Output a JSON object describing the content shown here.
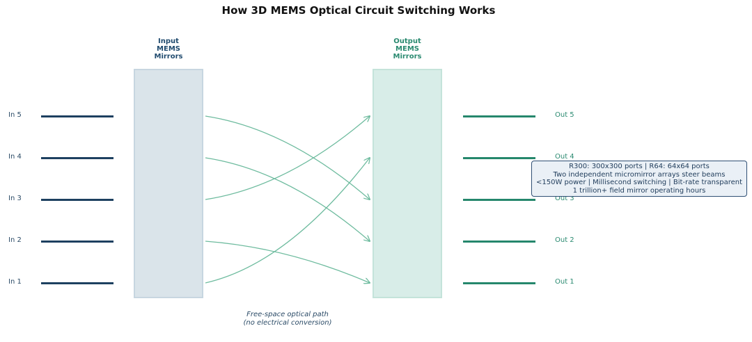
{
  "title": "How 3D MEMS Optical Circuit Switching Works",
  "input_mirrors_label": "Input\nMEMS\nMirrors",
  "output_mirrors_label": "Output\nMEMS\nMirrors",
  "inputs": [
    "In 1",
    "In 2",
    "In 3",
    "In 4",
    "In 5"
  ],
  "outputs": [
    "Out 1",
    "Out 2",
    "Out 3",
    "Out 4",
    "Out 5"
  ],
  "connections": [
    {
      "from": "In 1",
      "to": "Out 4"
    },
    {
      "from": "In 2",
      "to": "Out 1"
    },
    {
      "from": "In 3",
      "to": "Out 5"
    },
    {
      "from": "In 4",
      "to": "Out 2"
    },
    {
      "from": "In 5",
      "to": "Out 3"
    }
  ],
  "caption": "Free-space optical path\n(no electrical conversion)",
  "info_box": {
    "lines": [
      "R300: 300x300 ports  |  R64: 64x64 ports",
      "Two independent micromirror arrays steer beams",
      "<150W power  |  Millisecond switching  |  Bit-rate transparent",
      "1 trillion+ field mirror operating hours"
    ]
  },
  "colors": {
    "input": "#1d4060",
    "output": "#25876c",
    "beam": "#6dbb9e"
  }
}
